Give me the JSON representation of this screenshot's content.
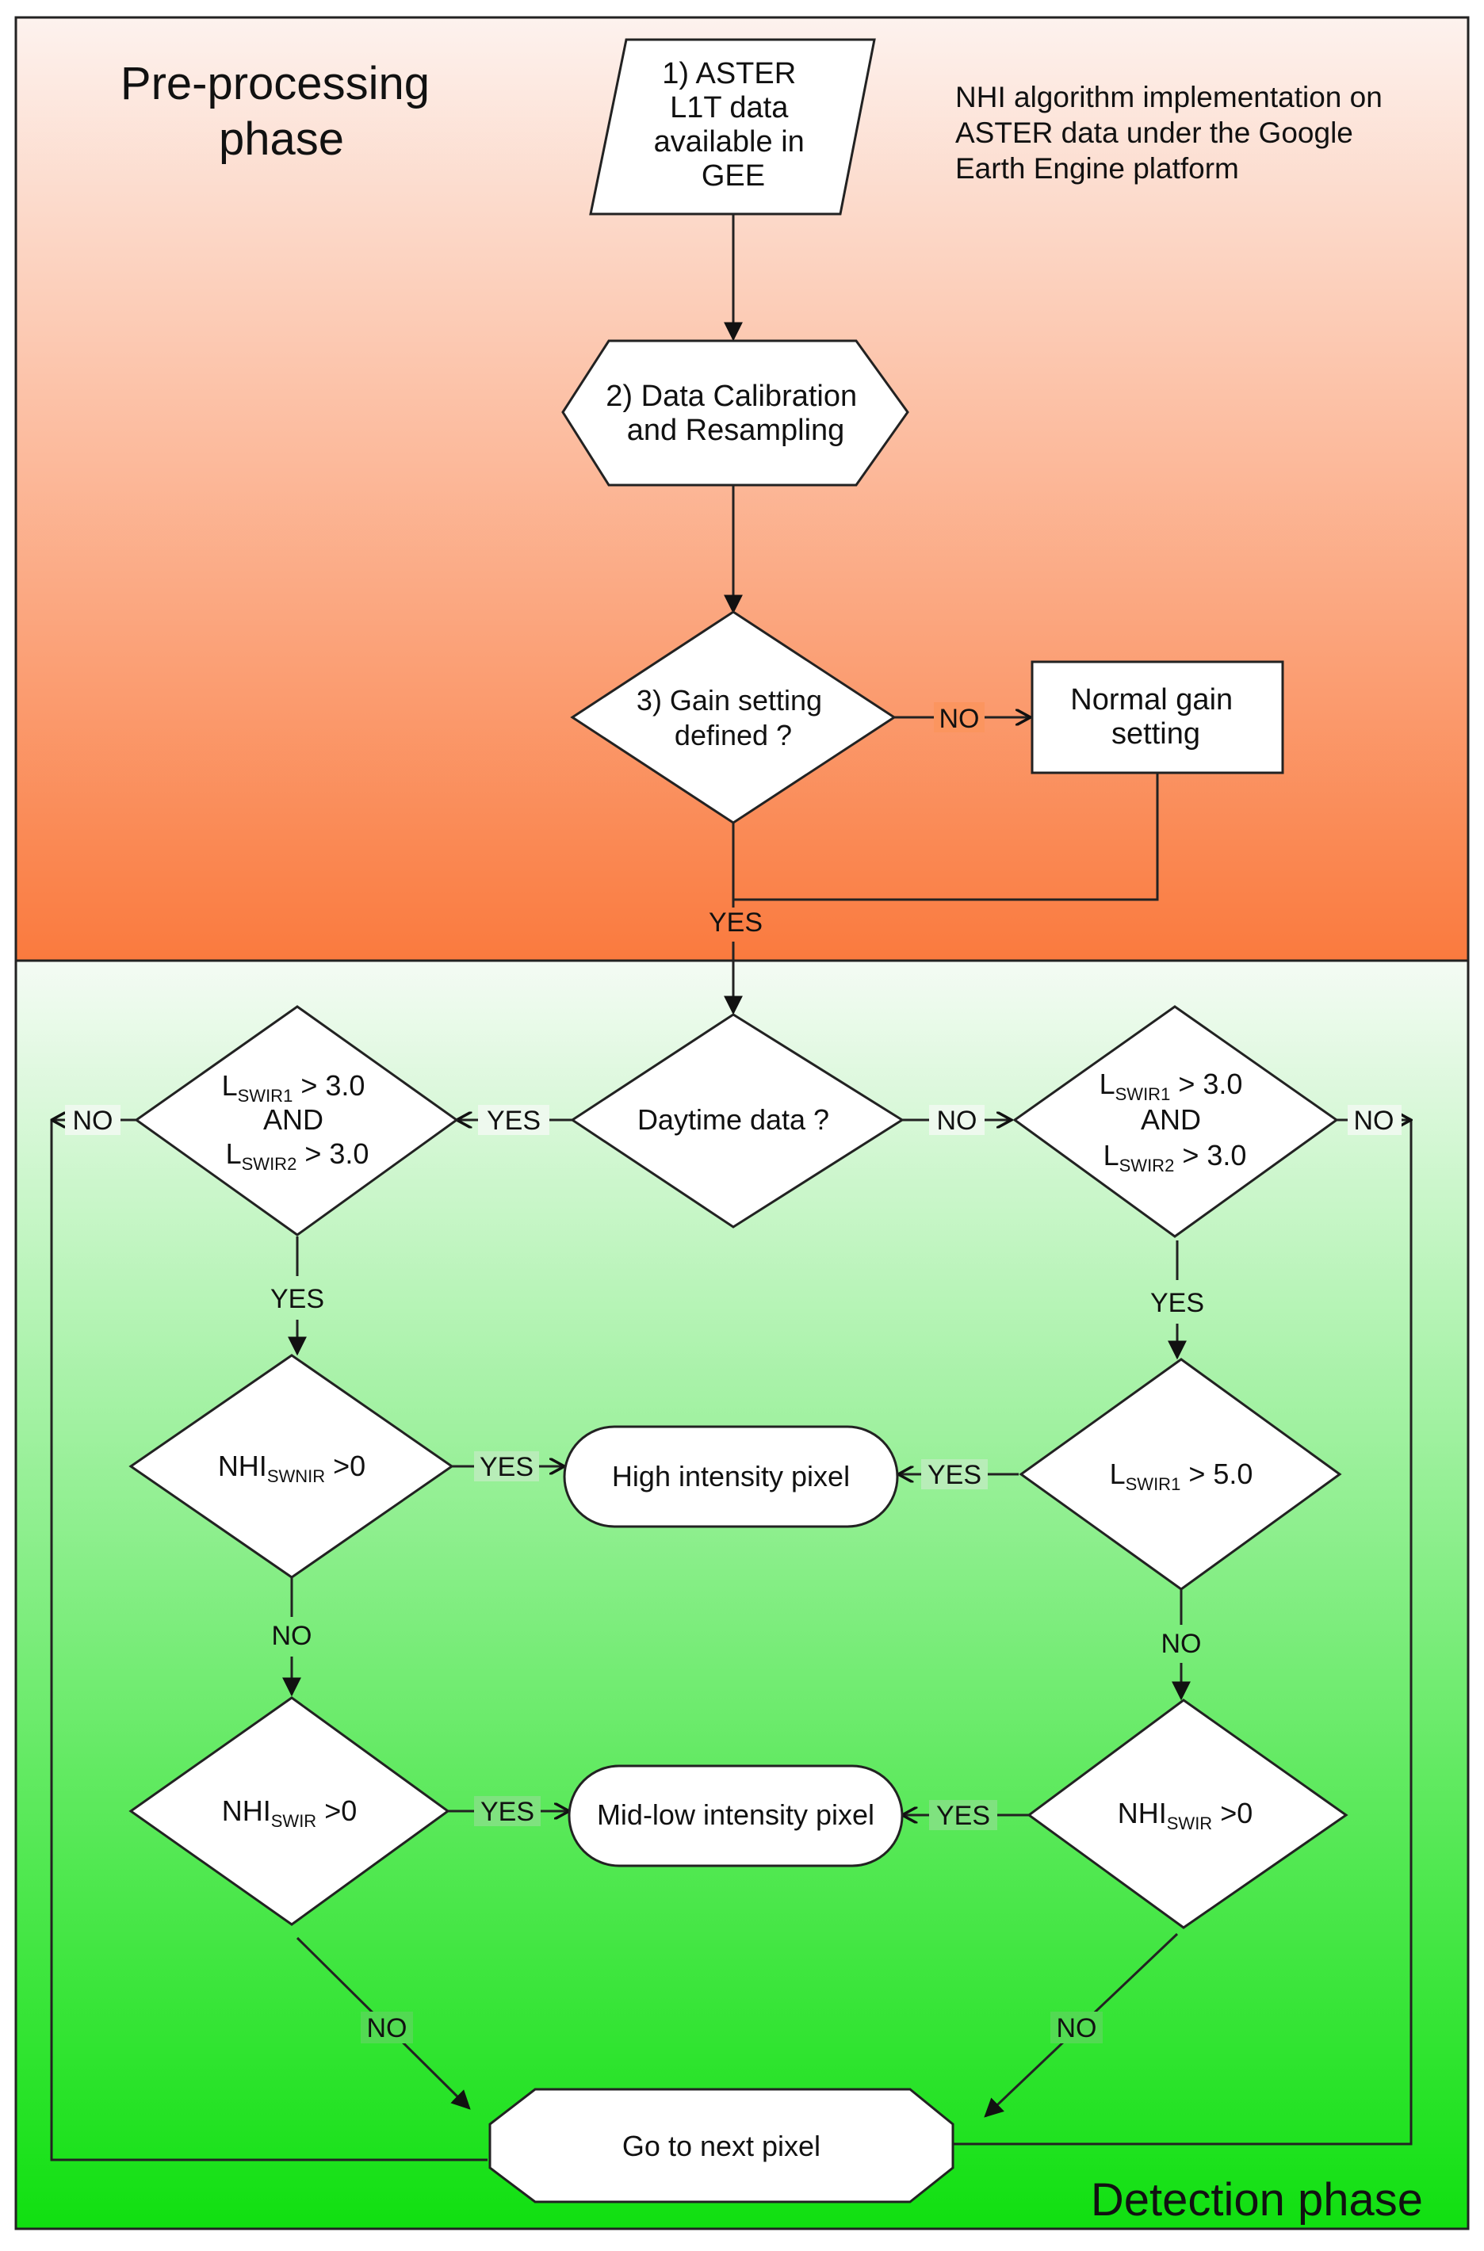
{
  "phases": {
    "preprocessing_line1": "Pre-processing",
    "preprocessing_line2": "phase",
    "detection": "Detection phase"
  },
  "description": {
    "line1": "NHI algorithm implementation on",
    "line2": "ASTER data under the Google",
    "line3": "Earth Engine platform"
  },
  "nodes": {
    "aster_data": [
      "1) ASTER",
      "L1T data",
      "available in",
      "GEE"
    ],
    "calibration": [
      "2) Data Calibration",
      "and Resampling"
    ],
    "gain_setting": [
      "3) Gain setting",
      "defined ?"
    ],
    "normal_gain": [
      "Normal gain",
      "setting"
    ],
    "daytime": "Daytime data ?",
    "left_and": {
      "l1_main": "L",
      "l1_sub": "SWIR1",
      "l1_rest": " > 3.0",
      "and": "AND",
      "l2_main": "L",
      "l2_sub": "SWIR2",
      "l2_rest": " > 3.0"
    },
    "right_and": {
      "l1_main": "L",
      "l1_sub": "SWIR1",
      "l1_rest": " > 3.0",
      "and": "AND",
      "l2_main": "L",
      "l2_sub": "SWIR2",
      "l2_rest": " > 3.0"
    },
    "nhi_swnir": {
      "main": "NHI",
      "sub": "SWNIR",
      "rest": " >0"
    },
    "lswir1_5": {
      "main": "L",
      "sub": "SWIR1",
      "rest": " > 5.0"
    },
    "nhi_swir_left": {
      "main": "NHI",
      "sub": "SWIR",
      "rest": " >0"
    },
    "nhi_swir_right": {
      "main": "NHI",
      "sub": "SWIR",
      "rest": " >0"
    },
    "high_intensity": "High intensity pixel",
    "midlow_intensity": "Mid-low intensity pixel",
    "next_pixel": "Go to next pixel"
  },
  "edge_labels": {
    "gain_no": "NO",
    "gain_yes": "YES",
    "daytime_yes": "YES",
    "daytime_no": "NO",
    "left_and_no": "NO",
    "right_and_no": "NO",
    "left_and_yes": "YES",
    "right_and_yes": "YES",
    "nhi_swnir_yes": "YES",
    "lswir1_5_yes": "YES",
    "nhi_swnir_no": "NO",
    "lswir1_5_no": "NO",
    "nhi_swir_left_yes": "YES",
    "nhi_swir_right_yes": "YES",
    "nhi_swir_left_no": "NO",
    "nhi_swir_right_no": "NO"
  },
  "colors": {
    "preprocessing_top": "#fdf2ee",
    "preprocessing_bottom": "#fa7a3e",
    "detection_top": "#f4fbf4",
    "detection_bottom": "#10e010"
  }
}
